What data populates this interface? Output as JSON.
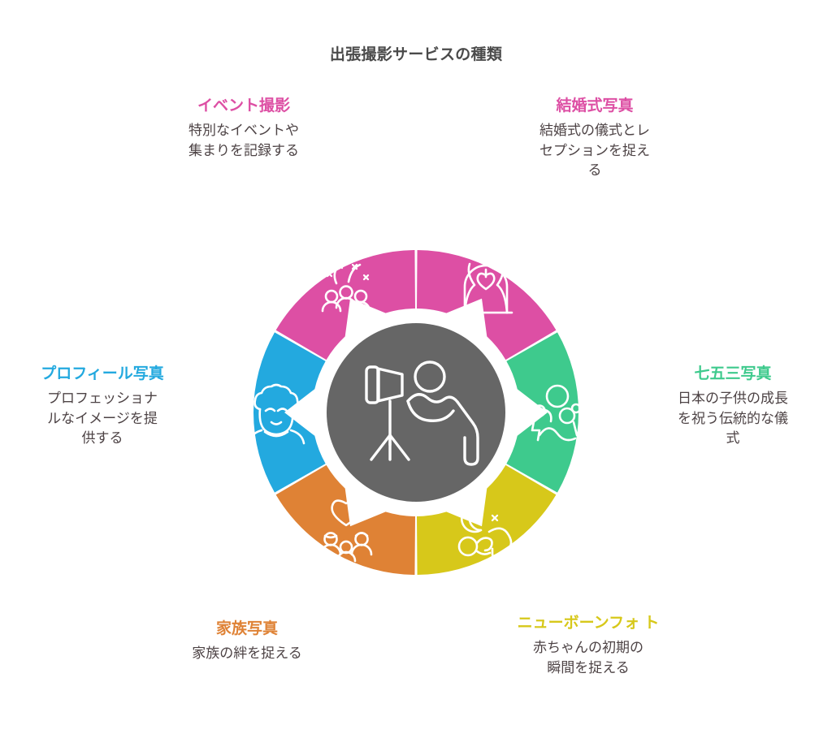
{
  "title": "出張撮影サービスの種類",
  "center": {
    "icon": "photographer-tripod-icon",
    "color": "#666666"
  },
  "colors": {
    "event": "#DD4FA4",
    "wedding": "#DD4FA4",
    "shichigosan": "#3ECA8D",
    "newborn": "#D7C81A",
    "family": "#DF8235",
    "profile": "#23A9DF",
    "center_circle": "#666666",
    "title_text": "#4a4a4a",
    "body_text": "#4d4345",
    "background": "#ffffff"
  },
  "segments": [
    {
      "key": "event",
      "title": "イベント撮影",
      "desc": "特別なイベントや\n集まりを記録する",
      "color": "#DD4FA4",
      "icon": "confetti-people-icon",
      "position": "top-left"
    },
    {
      "key": "wedding",
      "title": "結婚式写真",
      "desc": "結婚式の儀式とレ\nセプションを捉え\nる",
      "color": "#DD4FA4",
      "icon": "wedding-arch-heart-icon",
      "position": "top-right"
    },
    {
      "key": "shichigosan",
      "title": "七五三写真",
      "desc": "日本の子供の成長\nを祝う伝統的な儀\n式",
      "color": "#3ECA8D",
      "icon": "two-children-icon",
      "position": "right"
    },
    {
      "key": "newborn",
      "title": "ニューボーンフォ\nト",
      "desc": "赤ちゃんの初期の\n瞬間を捉える",
      "color": "#D7C81A",
      "icon": "moon-sleeping-baby-icon",
      "position": "bottom-right"
    },
    {
      "key": "family",
      "title": "家族写真",
      "desc": "家族の絆を捉える",
      "color": "#DF8235",
      "icon": "heart-family-icon",
      "position": "bottom-left"
    },
    {
      "key": "profile",
      "title": "プロフィール写真",
      "desc": "プロフェッショナ\nルなイメージを提\n供する",
      "color": "#23A9DF",
      "icon": "smiling-person-portrait-icon",
      "position": "left"
    }
  ]
}
